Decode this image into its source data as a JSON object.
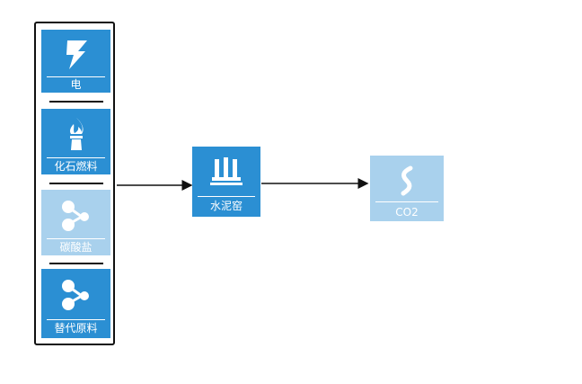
{
  "inputs": [
    {
      "label": "电",
      "icon": "lightning-icon"
    },
    {
      "label": "化石燃料",
      "icon": "flame-chimney-icon"
    },
    {
      "label": "碳酸盐",
      "icon": "molecule-icon"
    },
    {
      "label": "替代原料",
      "icon": "molecule-icon"
    }
  ],
  "process": {
    "label": "水泥窑",
    "icon": "factory-icon"
  },
  "output": {
    "label": "CO2",
    "icon": "s-curve-icon"
  },
  "colors": {
    "tile": "#2b8fd3",
    "arrow": "#111111",
    "box": "#111111"
  }
}
